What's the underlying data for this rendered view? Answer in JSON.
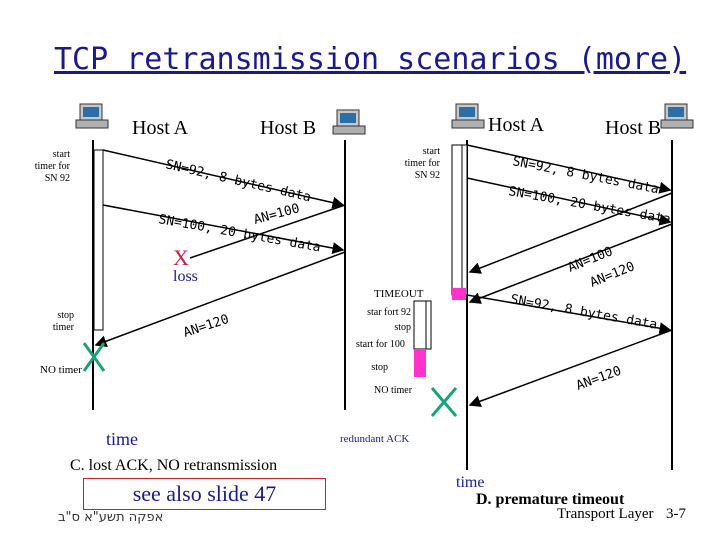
{
  "title": "TCP retransmission scenarios (more)",
  "left": {
    "host_a": "Host A",
    "host_b": "Host B",
    "start_timer": [
      "start",
      "timer for",
      "SN 92"
    ],
    "msg1": "SN=92, 8 bytes data",
    "msg2": "SN=100, 20 bytes data",
    "ack1": "AN=100",
    "loss_mark": "X",
    "loss": "loss",
    "stop_timer": [
      "stop",
      "timer"
    ],
    "ack2": "AN=120",
    "no_timer": "NO timer",
    "time": "time",
    "caption": "C. lost ACK, NO retransmission"
  },
  "right": {
    "host_a": "Host A",
    "host_b": "Host B",
    "start_timer": [
      "start",
      "timer for",
      "SN 92"
    ],
    "msg1": "SN=92, 8 bytes data",
    "msg2": "SN=100, 20 bytes data",
    "ack1": "AN=100",
    "ack2": "AN=120",
    "timeout": "TIMEOUT",
    "start92": "star fort 92",
    "stop1": "stop",
    "start100": "start for 100",
    "stop2": "stop",
    "no_timer": "NO timer",
    "msg3": "SN=92, 8 bytes data",
    "ack3": "AN=120",
    "redundant": "redundant ACK",
    "time": "time",
    "caption": "D. premature timeout"
  },
  "see_also": "see also slide 47",
  "footer_left": "אפקה תשע\"א ס\"ב",
  "footer_right": "Transport Layer",
  "page_number": "3-7",
  "colors": {
    "title": "#1a1a8c",
    "arrow": "#000000",
    "timeout": "#ff33cc",
    "cross": "#1aa37a",
    "loss": "#d01c3c"
  }
}
